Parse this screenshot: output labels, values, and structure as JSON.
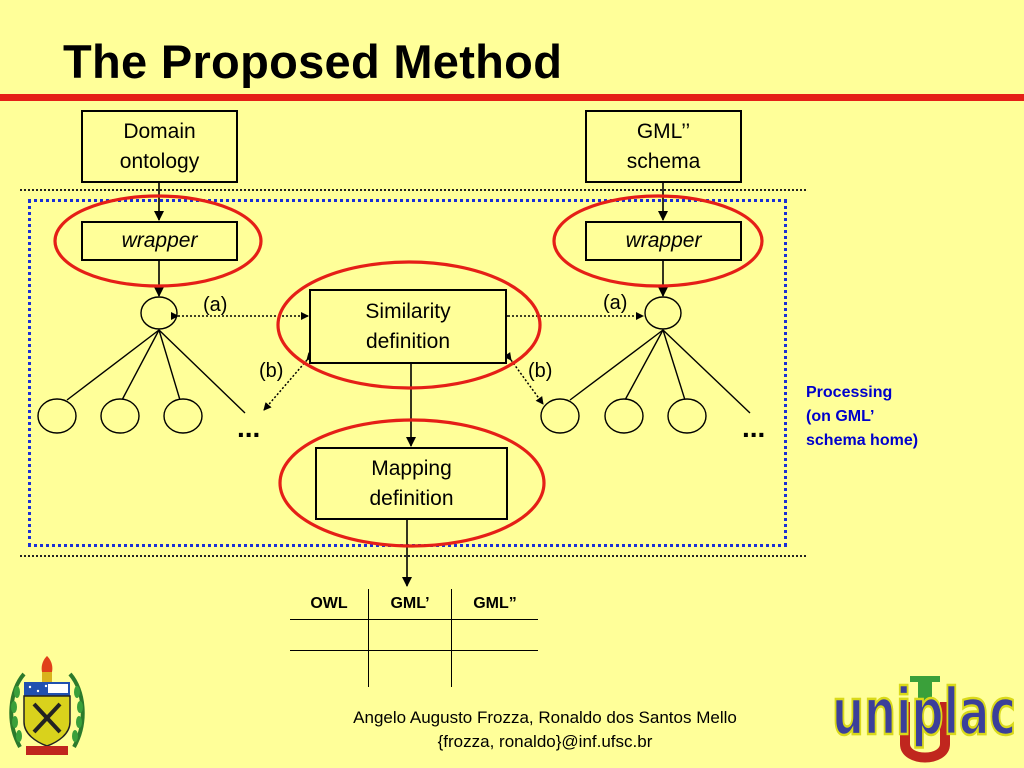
{
  "slide": {
    "title": "The Proposed Method"
  },
  "diagram": {
    "domain_ontology": "Domain\nontology",
    "gml_schema": "GML’’\nschema",
    "wrapper_left": "wrapper",
    "wrapper_right": "wrapper",
    "similarity": "Similarity\ndefinition",
    "mapping": "Mapping\ndefinition",
    "label_a_left": "(a)",
    "label_a_right": "(a)",
    "label_b_left": "(b)",
    "label_b_right": "(b)",
    "ellipsis_left": "...",
    "ellipsis_right": "...",
    "processing_note": "Processing\n(on GML’\nschema home)"
  },
  "table": {
    "headers": [
      "OWL",
      "GML’",
      "GML”"
    ],
    "rows": [
      [
        "",
        "",
        ""
      ],
      [
        "",
        "",
        ""
      ]
    ]
  },
  "footer": {
    "authors": "Angelo Augusto Frozza, Ronaldo dos Santos Mello",
    "emails": "{frozza, ronaldo}@inf.ufsc.br"
  },
  "logos": {
    "left_icon": "university-crest-icon",
    "right_text": "uniplac"
  },
  "colors": {
    "background": "#ffff99",
    "title_bar": "#e51f17",
    "highlight_ellipse": "#e51f17",
    "processing_border": "#1a2fd6",
    "processing_text": "#0000cc"
  }
}
